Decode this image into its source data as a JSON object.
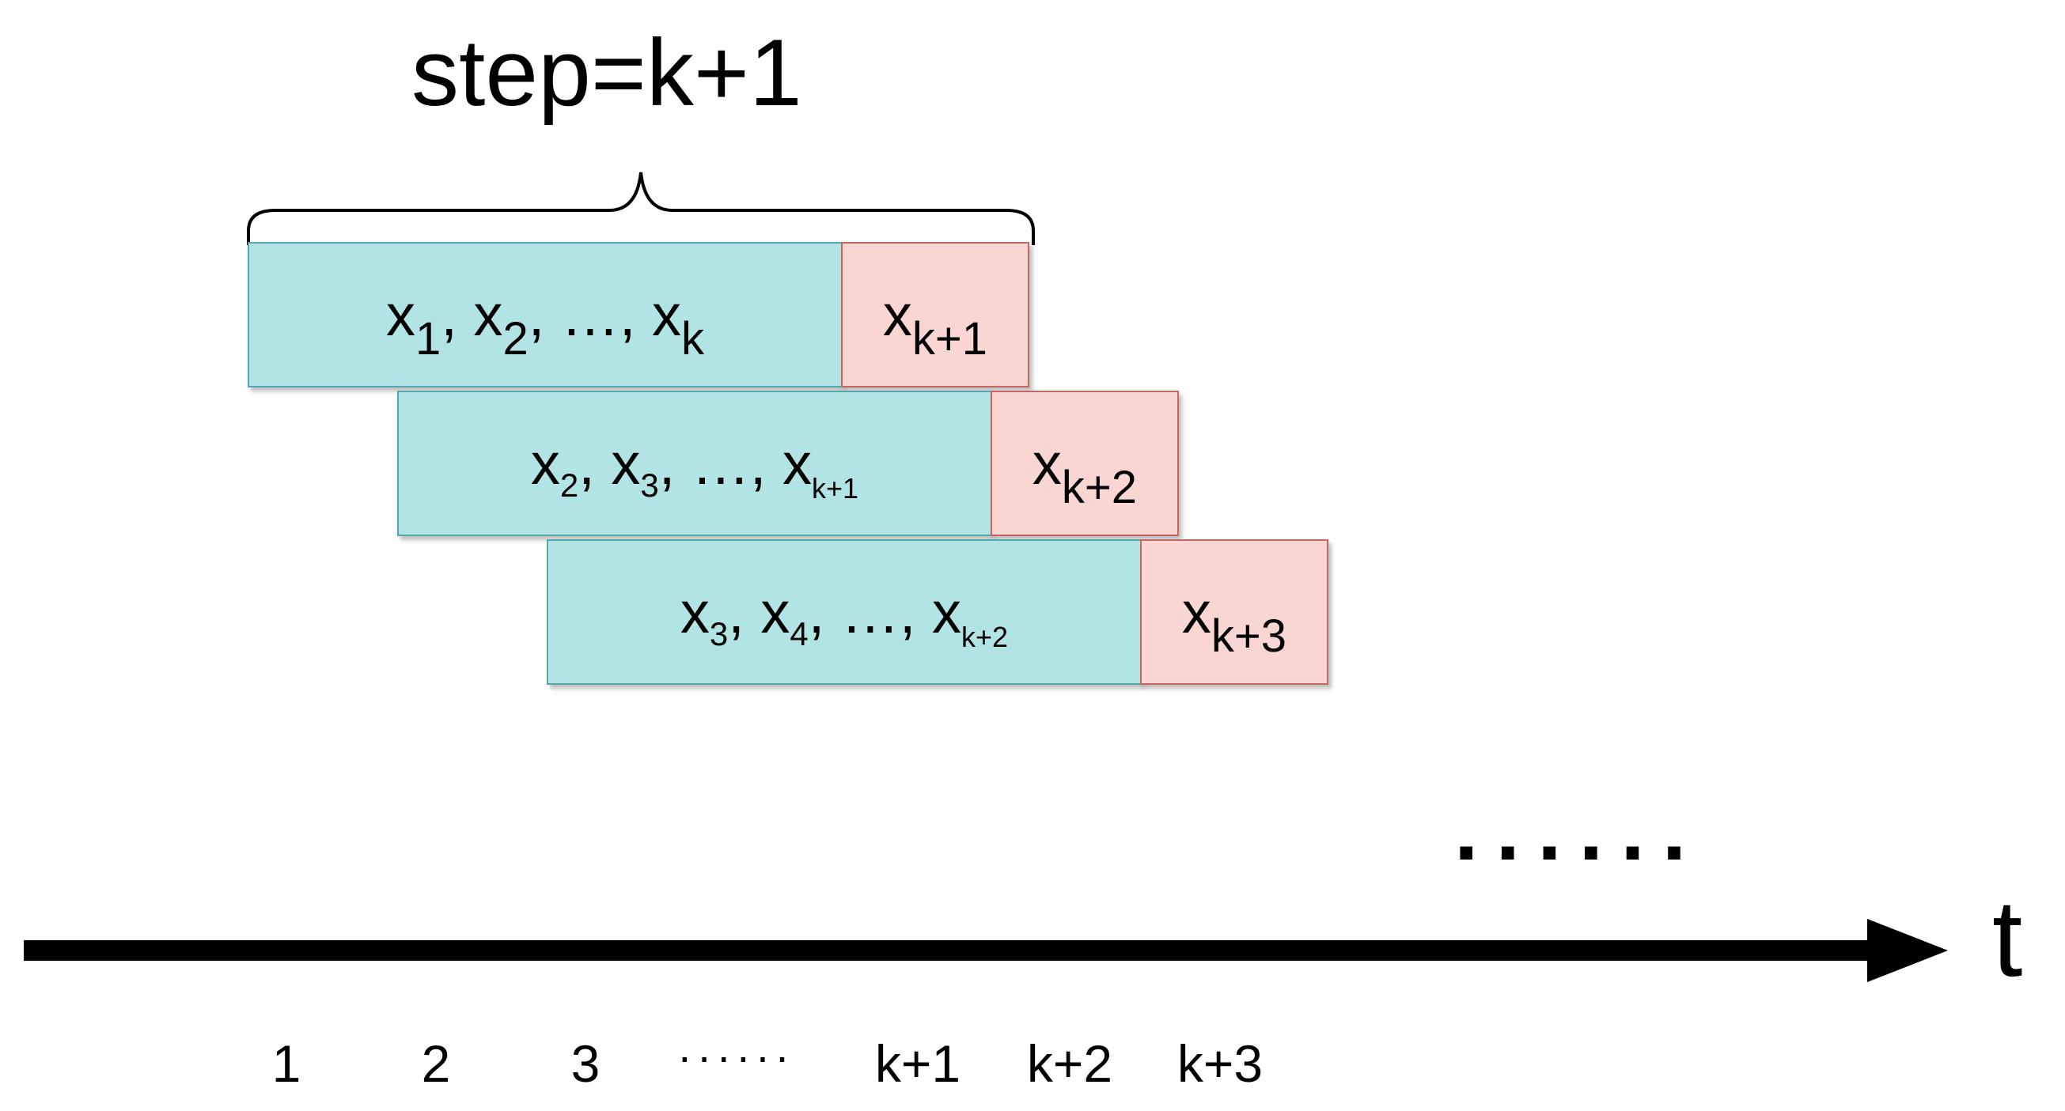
{
  "title": "step=k+1",
  "windows": [
    {
      "input": {
        "x": "x",
        "s1": "1",
        "s2": "2",
        "sk": "k",
        "ellipsis": "…"
      },
      "target": {
        "x": "x",
        "sub": "k+1"
      }
    },
    {
      "input": {
        "x": "x",
        "s1": "2",
        "s2": "3",
        "sk": "k+1",
        "ellipsis": "…"
      },
      "target": {
        "x": "x",
        "sub": "k+2"
      }
    },
    {
      "input": {
        "x": "x",
        "s1": "3",
        "s2": "4",
        "sk": "k+2",
        "ellipsis": "…"
      },
      "target": {
        "x": "x",
        "sub": "k+3"
      }
    }
  ],
  "axis": {
    "label": "t",
    "continuation": "......",
    "ticks": [
      "1",
      "2",
      "3",
      "······",
      "k+1",
      "k+2",
      "k+3"
    ]
  },
  "colors": {
    "input_fill": "#b2e4e5",
    "input_border": "#53a8ab",
    "target_fill": "#fad6d2",
    "target_border": "#c76562",
    "axis": "#000000"
  }
}
